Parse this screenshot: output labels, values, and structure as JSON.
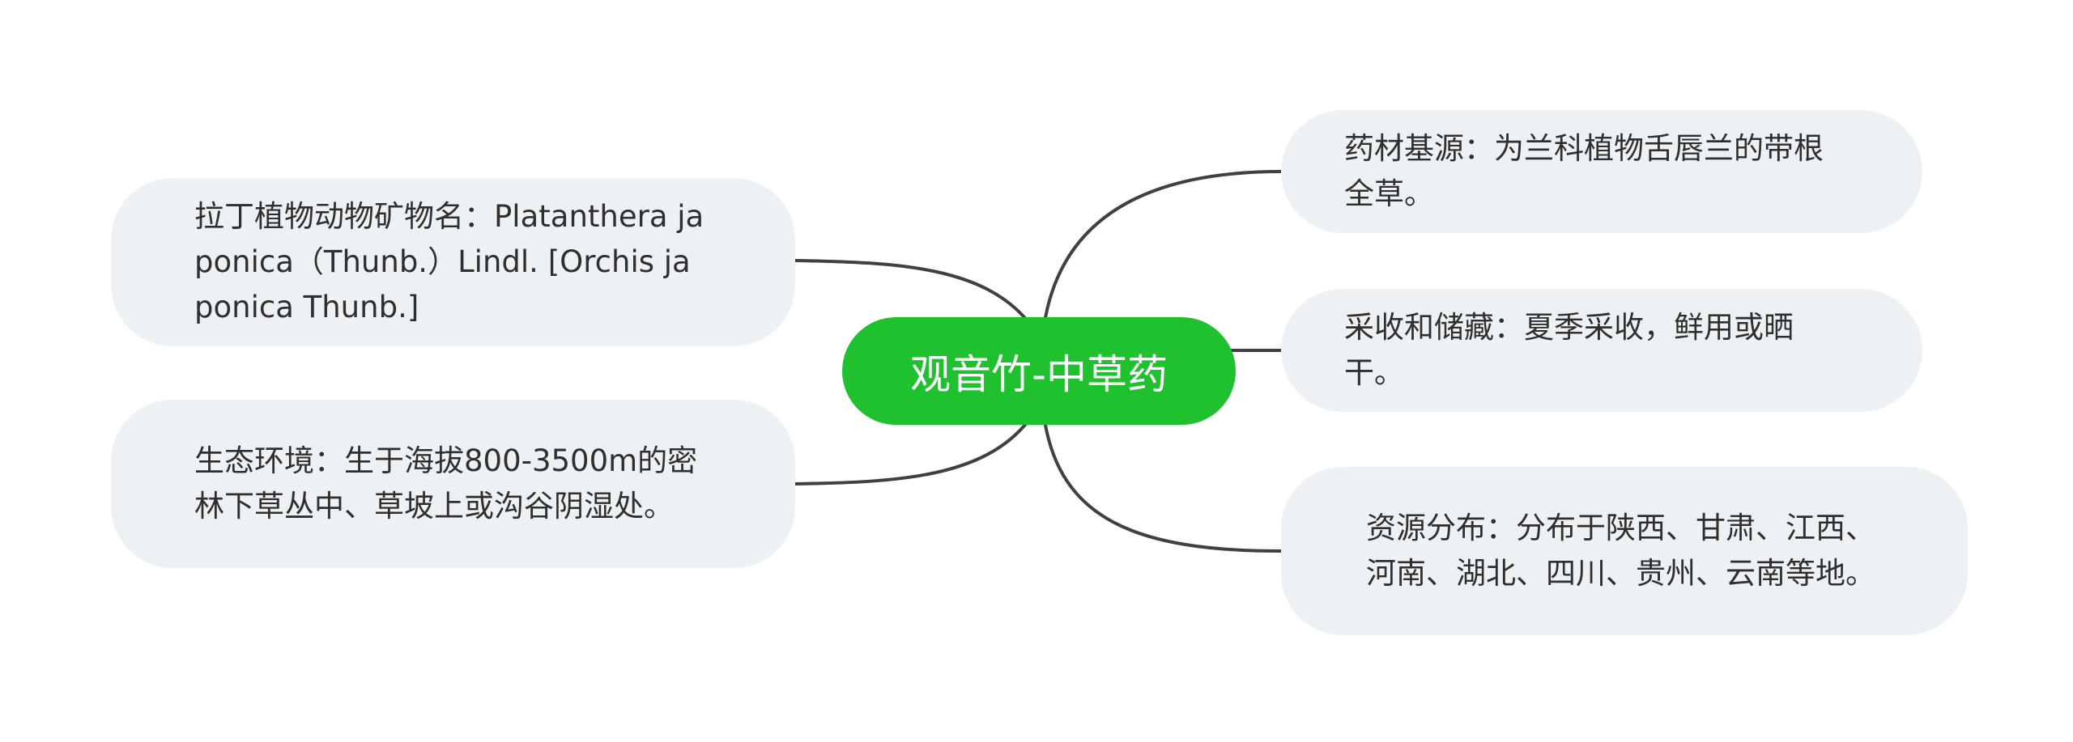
{
  "central_topic": "观音竹-中草药",
  "branches": {
    "latin_name": "拉丁植物动物矿物名：Platanthera japonica（Thunb.）Lindl. [Orchis japonica Thunb.]",
    "habitat": "生态环境：生于海拔800-3500m的密林下草丛中、草坡上或沟谷阴湿处。",
    "medicinal_source": "药材基源：为兰科植物舌唇兰的带根全草。",
    "harvest_storage": "采收和储藏：夏季采收，鲜用或晒干。",
    "distribution": "资源分布：分布于陕西、甘肃、江西、河南、湖北、四川、贵州、云南等地。"
  },
  "colors": {
    "central_fill": "#1fc12f",
    "central_text": "#ffffff",
    "branch_fill": "#eef1f4",
    "branch_text": "#2f2f2f",
    "connector": "#404040"
  }
}
